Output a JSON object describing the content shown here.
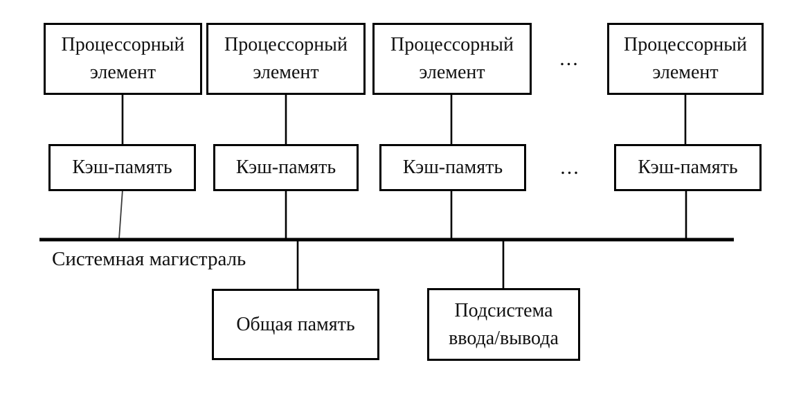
{
  "diagram": {
    "background_color": "#ffffff",
    "line_color": "#000000",
    "text_color": "#111111",
    "processor_elements": [
      {
        "label": "Процессорный элемент"
      },
      {
        "label": "Процессорный элемент"
      },
      {
        "label": "Процессорный элемент"
      },
      {
        "label": "Процессорный элемент"
      }
    ],
    "cache_elements": [
      {
        "label": "Кэш-память"
      },
      {
        "label": "Кэш-память"
      },
      {
        "label": "Кэш-память"
      },
      {
        "label": "Кэш-память"
      }
    ],
    "ellipsis_top": "...",
    "ellipsis_middle": "...",
    "system_bus": {
      "label": "Системная магистраль"
    },
    "shared_memory": {
      "label": "Общая память"
    },
    "io_subsystem": {
      "label": "Подсистема ввода/вывода"
    }
  }
}
